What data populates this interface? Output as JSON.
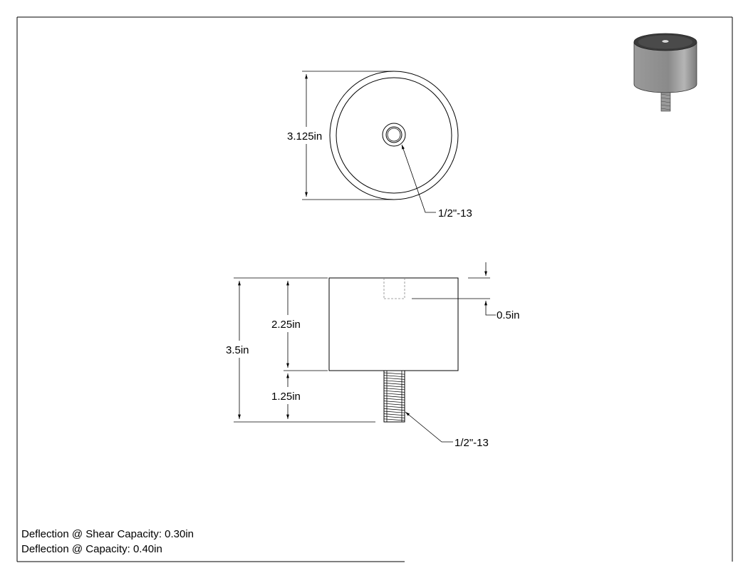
{
  "top_view": {
    "diameter_label": "3.125in",
    "thread_callout": "1/2\"-13"
  },
  "side_view": {
    "overall_height_label": "3.5in",
    "body_height_label": "2.25in",
    "stud_length_label": "1.25in",
    "tap_depth_label": "0.5in",
    "stud_thread_callout": "1/2\"-13"
  },
  "notes": {
    "shear_deflection": "Deflection @ Shear Capacity: 0.30in",
    "capacity_deflection": "Deflection @ Capacity: 0.40in"
  },
  "colors": {
    "line": "#000000",
    "body_shade": "#8f8f8f",
    "body_shade_light": "#c8c8c8"
  },
  "icons": {
    "iso_view": "rubber-mount-isometric-icon"
  }
}
